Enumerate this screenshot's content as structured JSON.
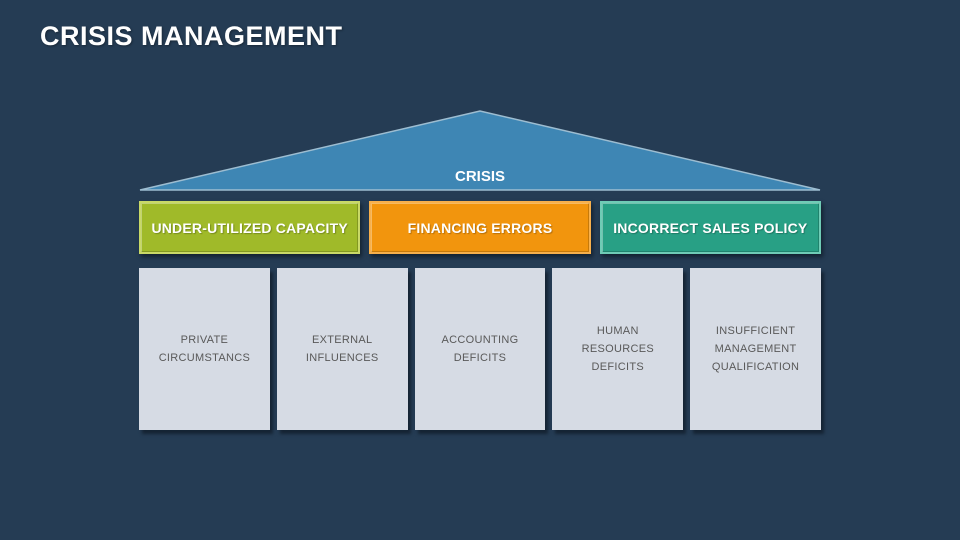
{
  "slide": {
    "title": "CRISIS MANAGEMENT",
    "background_color": "#253C54"
  },
  "pyramid": {
    "label": "CRISIS",
    "fill_color": "#3E86B4",
    "stroke_color": "#9DBDD1"
  },
  "categories": [
    {
      "label": "UNDER-UTILIZED CAPACITY",
      "color": "#A0BA29",
      "border_color": "#C9D967"
    },
    {
      "label": "FINANCING ERRORS",
      "color": "#F2950D",
      "border_color": "#F7B04C"
    },
    {
      "label": "INCORRECT SALES POLICY",
      "color": "#28A085",
      "border_color": "#6FCCB6"
    }
  ],
  "causes": [
    {
      "label": "PRIVATE CIRCUMSTANCS"
    },
    {
      "label": "EXTERNAL INFLUENCES"
    },
    {
      "label": "ACCOUNTING DEFICITS"
    },
    {
      "label": "HUMAN RESOURCES DEFICITS"
    },
    {
      "label": "INSUFFICIENT MANAGEMENT QUALIFICATION"
    }
  ]
}
